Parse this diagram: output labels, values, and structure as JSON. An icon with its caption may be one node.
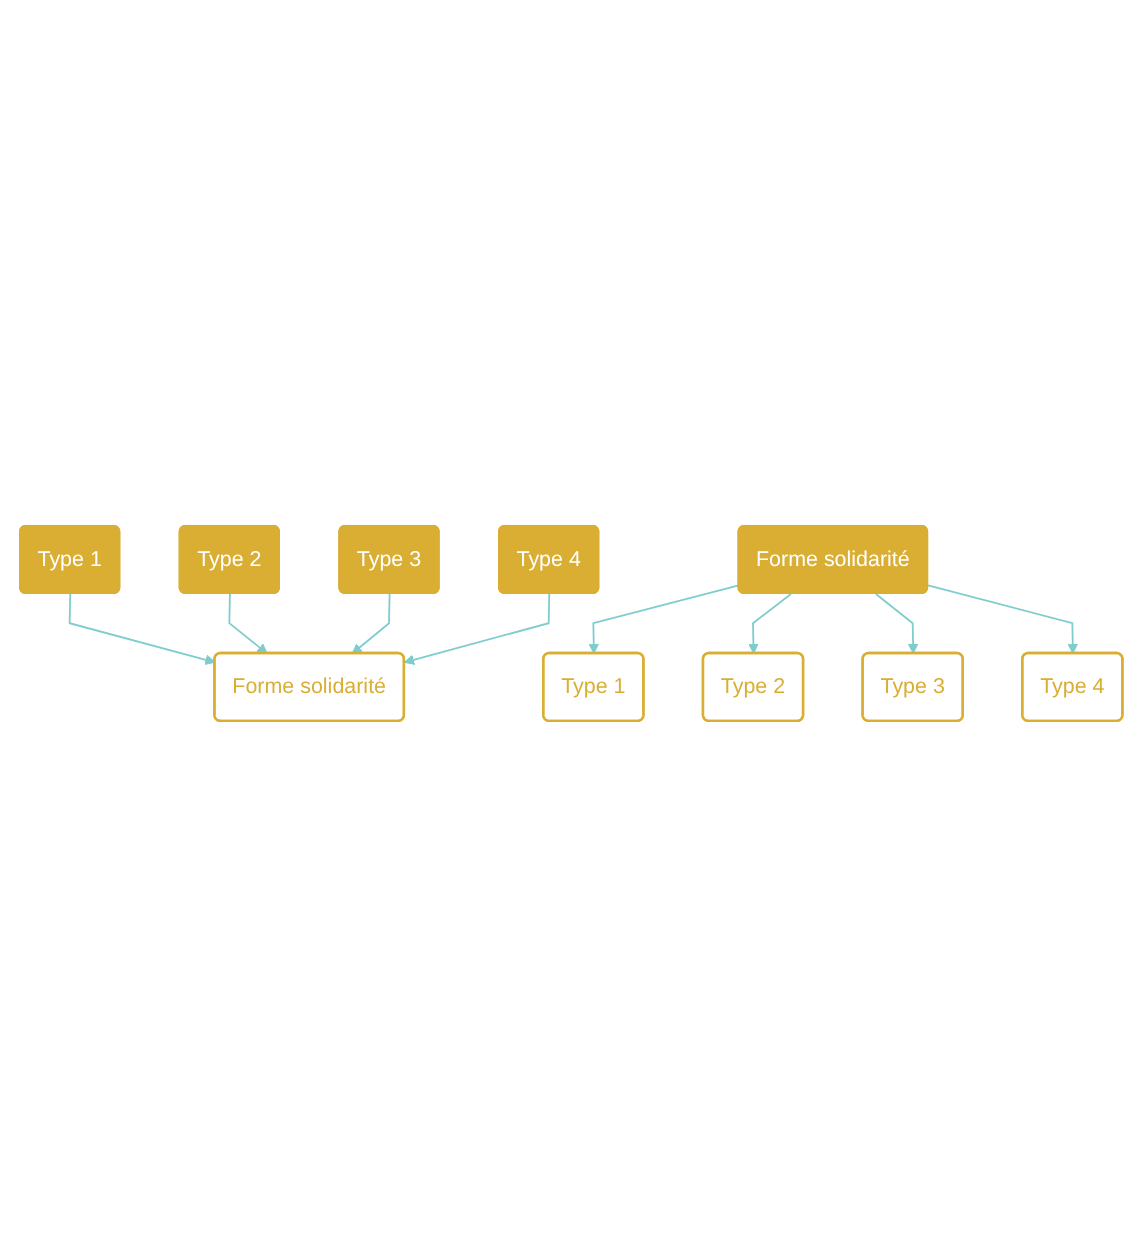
{
  "diagram": {
    "nodes": [
      {
        "text": [
          "Forme solidarité"
        ]
      },
      {
        "text": [
          "Type 1"
        ]
      },
      {
        "text": [
          "Type 2"
        ]
      },
      {
        "text": [
          "Type 3"
        ]
      },
      {
        "text": [
          "Type 4"
        ]
      },
      {
        "text": [
          "Forme solidarité"
        ]
      },
      {
        "text": [
          "Type 1"
        ]
      },
      {
        "text": [
          "Type 2"
        ]
      },
      {
        "text": [
          "Type 3"
        ]
      },
      {
        "text": [
          "Type 4"
        ]
      }
    ],
    "edges": [
      {
        "from": 1,
        "to": 0,
        "arrow": "to"
      },
      {
        "from": 2,
        "to": 0,
        "arrow": "to"
      },
      {
        "from": 3,
        "to": 0,
        "arrow": "to"
      },
      {
        "from": 4,
        "to": 0,
        "arrow": "to"
      },
      {
        "from": 5,
        "to": 6,
        "arrow": "to"
      },
      {
        "from": 5,
        "to": 7,
        "arrow": "to"
      },
      {
        "from": 5,
        "to": 8,
        "arrow": "to"
      },
      {
        "from": 5,
        "to": 9,
        "arrow": "to"
      }
    ]
  }
}
